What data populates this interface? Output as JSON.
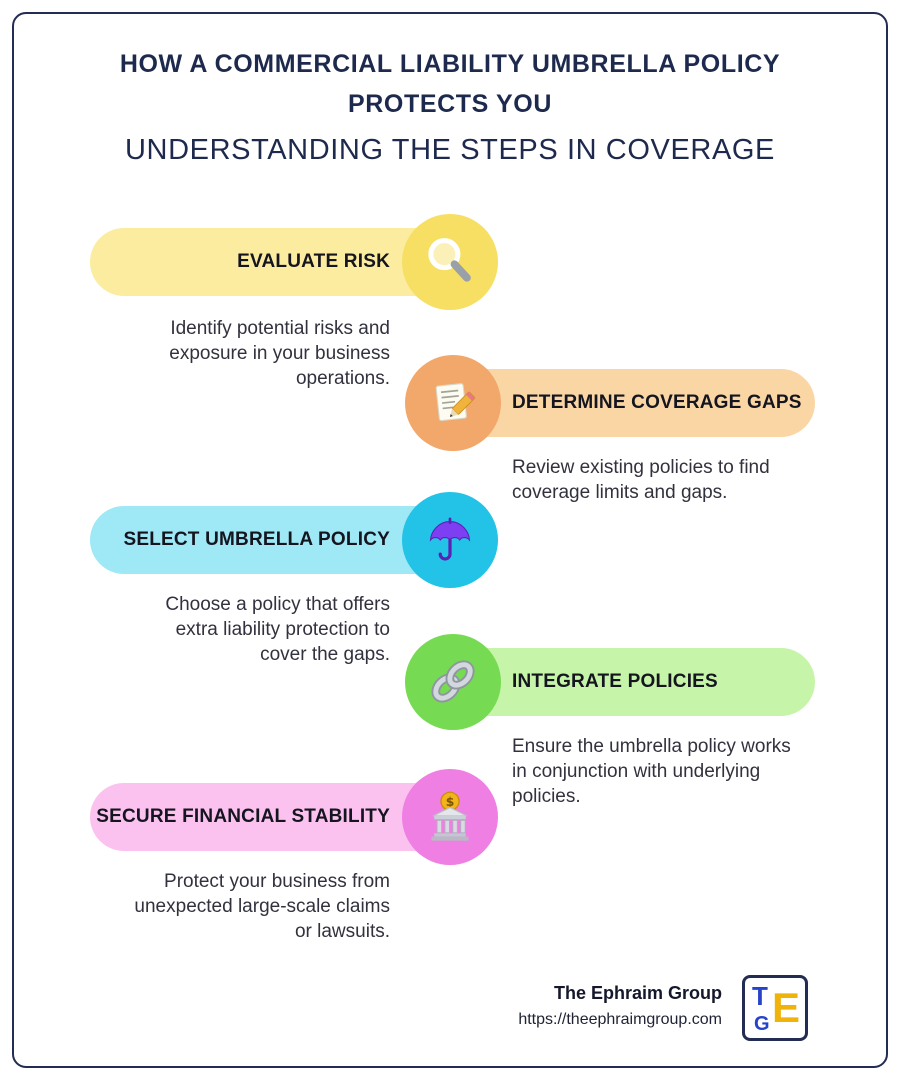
{
  "page": {
    "border_color": "#232C52",
    "background": "#FFFFFF"
  },
  "header": {
    "title_line1": "HOW A COMMERCIAL LIABILITY UMBRELLA POLICY",
    "title_line2": "PROTECTS YOU",
    "subtitle": "UNDERSTANDING THE STEPS IN COVERAGE",
    "title_color": "#1E2A4D"
  },
  "steps": [
    {
      "label": "EVALUATE RISK",
      "description": "Identify potential risks and exposure in your business operations.",
      "icon": "magnifying-glass-icon",
      "side": "left",
      "pill_color": "#FBECA0",
      "circle_color": "#F7DF63"
    },
    {
      "label": "DETERMINE COVERAGE GAPS",
      "description": "Review existing policies to find coverage limits and gaps.",
      "icon": "memo-pencil-icon",
      "side": "right",
      "pill_color": "#FAD6A4",
      "circle_color": "#F2A86B"
    },
    {
      "label": "SELECT UMBRELLA POLICY",
      "description": "Choose a policy that offers extra liability protection to cover the gaps.",
      "icon": "umbrella-icon",
      "side": "left",
      "pill_color": "#9FE8F6",
      "circle_color": "#22C3E6"
    },
    {
      "label": "INTEGRATE POLICIES",
      "description": "Ensure the umbrella policy works in conjunction with underlying policies.",
      "icon": "chain-link-icon",
      "side": "right",
      "pill_color": "#C6F5A9",
      "circle_color": "#76DB52"
    },
    {
      "label": "SECURE FINANCIAL STABILITY",
      "description": "Protect your business from unexpected large-scale claims or lawsuits.",
      "icon": "bank-icon",
      "side": "left",
      "pill_color": "#FBC2EF",
      "circle_color": "#EF7FE3"
    }
  ],
  "footer": {
    "company": "The Ephraim Group",
    "url": "https://theephraimgroup.com",
    "logo_letters": {
      "t": "T",
      "e": "E",
      "g": "G"
    },
    "logo_colors": {
      "t": "#2743C9",
      "e": "#F0B30A",
      "g": "#2743C9"
    }
  }
}
